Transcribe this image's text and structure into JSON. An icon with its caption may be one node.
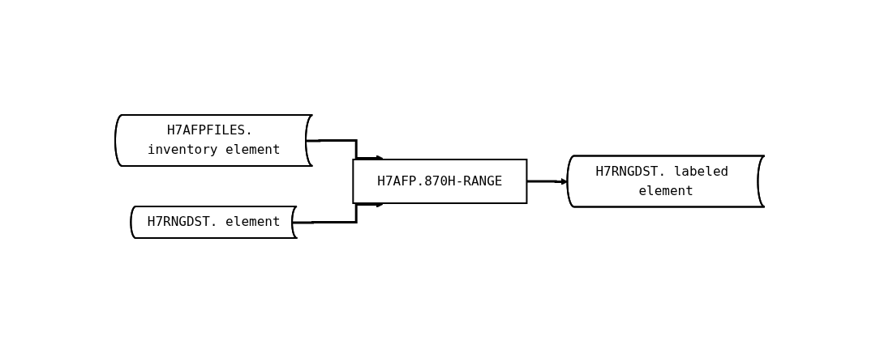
{
  "diagram": {
    "nodes": [
      {
        "text": [
          "H7AFPFILES. inventory element"
        ]
      },
      {
        "text": [
          "H7RNGDST. element"
        ]
      },
      {
        "text": [
          "H7AFP.870H-RANGE"
        ]
      },
      {
        "text": [
          "H7RNGDST. labeled element"
        ]
      }
    ],
    "edges": [
      {
        "from": 0,
        "to": 2,
        "arrow": "to"
      },
      {
        "from": 1,
        "to": 2,
        "arrow": "to"
      },
      {
        "from": 2,
        "to": 3,
        "arrow": "to"
      }
    ]
  }
}
